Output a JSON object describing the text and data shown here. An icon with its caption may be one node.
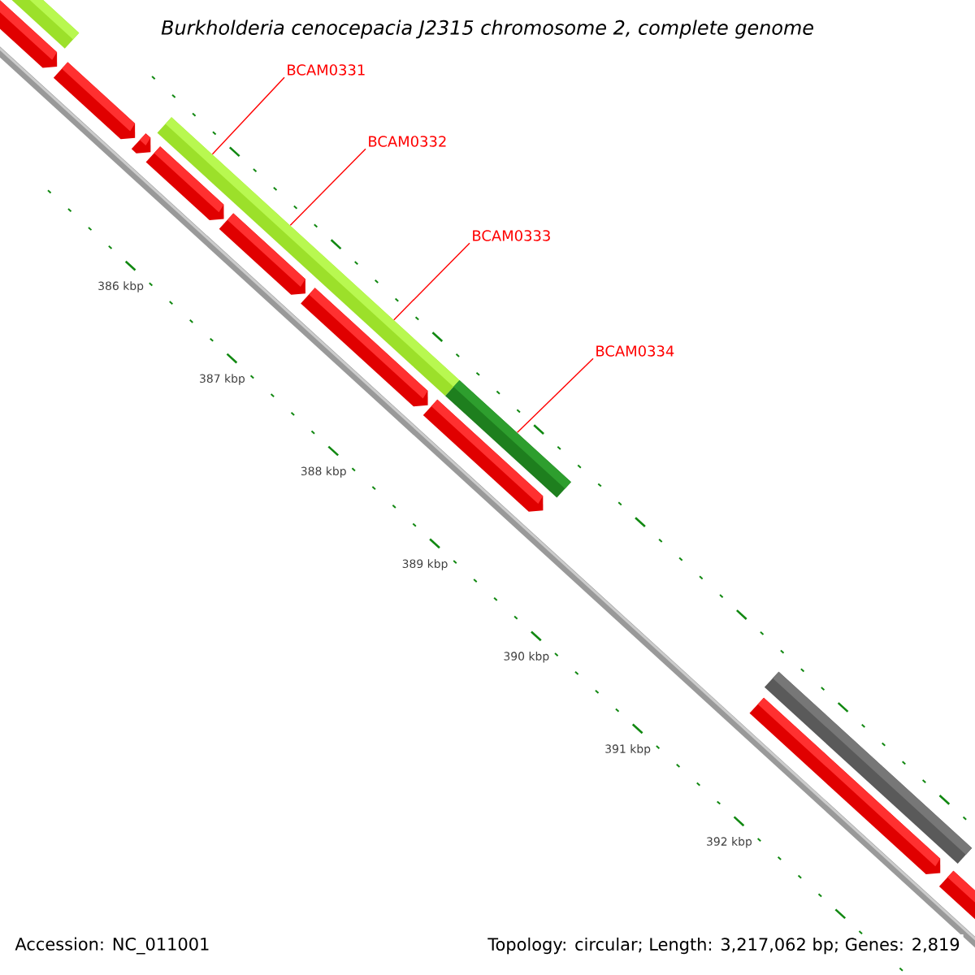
{
  "diagram": {
    "title": "*Burkholderia cenocepacia J2315 chromosome 2, complete genome*",
    "nodes": [
      {
        "text": [
          "BCAM0331"
        ]
      },
      {
        "text": [
          "BCAM0332"
        ]
      },
      {
        "text": [
          "BCAM0333"
        ]
      },
      {
        "text": [
          "BCAM0334"
        ]
      },
      {
        "text": [],
        "shape": "bar"
      },
      {
        "text": [],
        "shape": "bar"
      }
    ],
    "edges": [
      {
        "from": 0,
        "to": 4,
        "arrow": "none"
      },
      {
        "from": 1,
        "to": 4,
        "arrow": "none"
      },
      {
        "from": 2,
        "to": 4,
        "arrow": "none"
      },
      {
        "from": 3,
        "to": 5,
        "arrow": "none"
      }
    ],
    "labels": [
      "386 kbp",
      "387 kbp",
      "388 kbp",
      "389 kbp",
      "390 kbp",
      "391 kbp",
      "392 kbp",
      "Accession: NC_011001",
      "Topology: circular; Length: 3,217,062 bp; Genes: 2,819"
    ]
  }
}
